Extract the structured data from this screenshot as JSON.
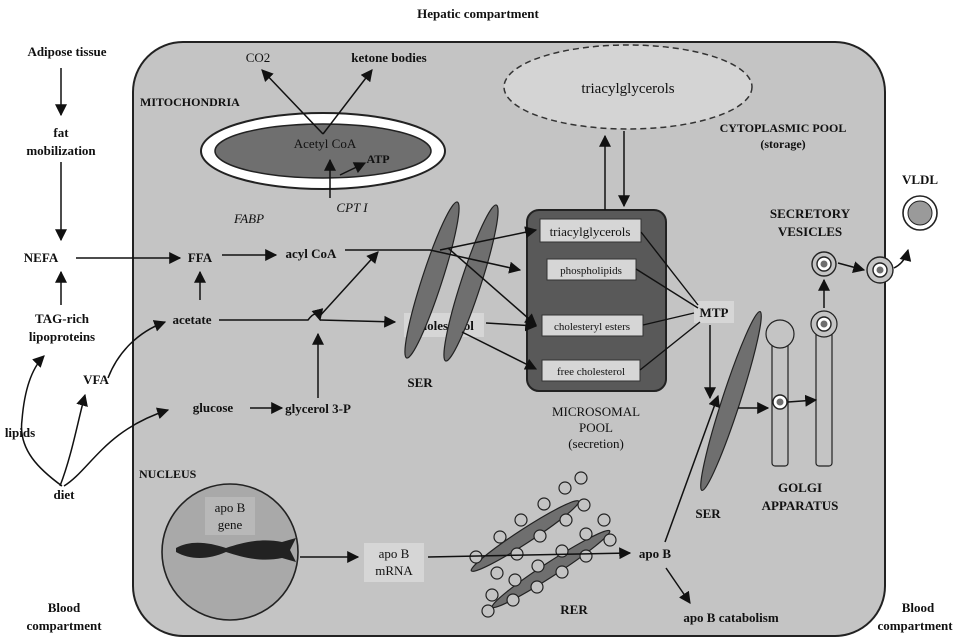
{
  "title": "Hepatic compartment",
  "external": {
    "adipose_tissue": "Adipose tissue",
    "fat_mobilization_1": "fat",
    "fat_mobilization_2": "mobilization",
    "nefa": "NEFA",
    "tag_rich_1": "TAG-rich",
    "tag_rich_2": "lipoproteins",
    "vfa": "VFA",
    "lipids": "lipids",
    "diet": "diet",
    "blood_left_1": "Blood",
    "blood_left_2": "compartment",
    "blood_right_1": "Blood",
    "blood_right_2": "compartment",
    "vldl": "VLDL"
  },
  "mitochondria": {
    "label": "MITOCHONDRIA",
    "co2": "CO2",
    "ketone_bodies": "ketone bodies",
    "acetyl_coa": "Acetyl CoA",
    "atp": "ATP",
    "cpt1": "CPT I"
  },
  "cytosol": {
    "fabp": "FABP",
    "ffa": "FFA",
    "acyl_coa": "acyl CoA",
    "acetate": "acetate",
    "glucose": "glucose",
    "glycerol_3p": "glycerol 3-P",
    "cholesterol": "cholesterol",
    "ser_left": "SER",
    "ser_right": "SER",
    "mtp": "MTP"
  },
  "cytoplasmic_pool": {
    "triacylglycerols": "triacylglycerols",
    "label_1": "CYTOPLASMIC POOL",
    "label_2": "(storage)"
  },
  "microsomal_pool": {
    "items": [
      "triacylglycerols",
      "phospholipids",
      "cholesteryl esters",
      "free cholesterol"
    ],
    "label_1": "MICROSOMAL",
    "label_2": "POOL",
    "label_3": "(secretion)"
  },
  "secretory": {
    "label_1": "SECRETORY",
    "label_2": "VESICLES"
  },
  "golgi": {
    "label_1": "GOLGI",
    "label_2": "APPARATUS"
  },
  "nucleus": {
    "label": "NUCLEUS",
    "gene_1": "apo B",
    "gene_2": "gene",
    "mrna_1": "apo B",
    "mrna_2": "mRNA",
    "rer": "RER",
    "apo_b": "apo B",
    "catabolism": "apo B catabolism"
  },
  "colors": {
    "cell_fill": "#c4c4c4",
    "organelle_dark": "#6f6f6f",
    "pool_fill": "#595959",
    "box_fill": "#d6d6d6"
  }
}
